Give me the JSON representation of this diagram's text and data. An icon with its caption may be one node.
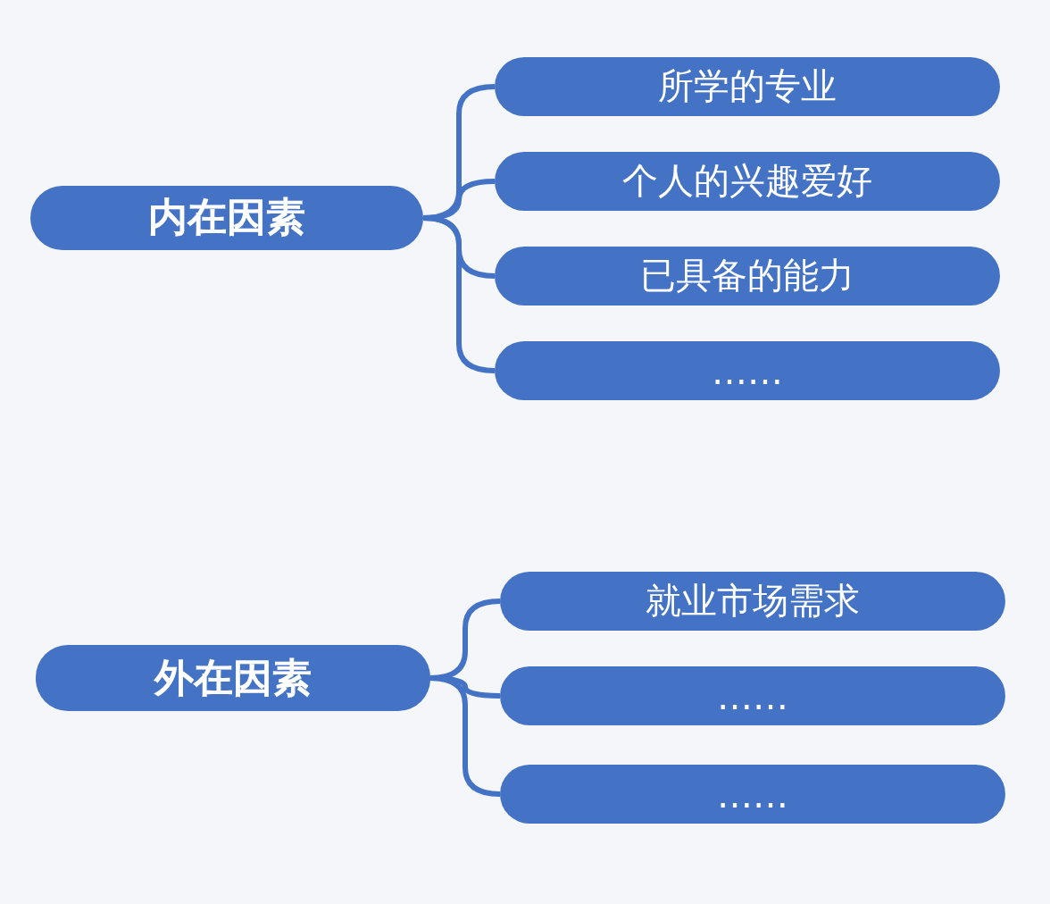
{
  "diagram": {
    "nodes": [
      {
        "text": [
          "内在因素"
        ]
      },
      {
        "text": [
          "所学的专业"
        ]
      },
      {
        "text": [
          "个人的兴趣爱好"
        ]
      },
      {
        "text": [
          "已具备的能力"
        ]
      },
      {
        "text": [
          "……"
        ]
      },
      {
        "text": [
          "外在因素"
        ]
      },
      {
        "text": [
          "就业市场需求"
        ]
      },
      {
        "text": [
          "……"
        ]
      },
      {
        "text": [
          "……"
        ]
      }
    ],
    "edges": [
      {
        "from": 0,
        "to": 1,
        "arrow": "none"
      },
      {
        "from": 0,
        "to": 2,
        "arrow": "none"
      },
      {
        "from": 0,
        "to": 3,
        "arrow": "none"
      },
      {
        "from": 0,
        "to": 4,
        "arrow": "none"
      },
      {
        "from": 5,
        "to": 6,
        "arrow": "none"
      },
      {
        "from": 5,
        "to": 7,
        "arrow": "none"
      },
      {
        "from": 5,
        "to": 8,
        "arrow": "none"
      }
    ]
  }
}
